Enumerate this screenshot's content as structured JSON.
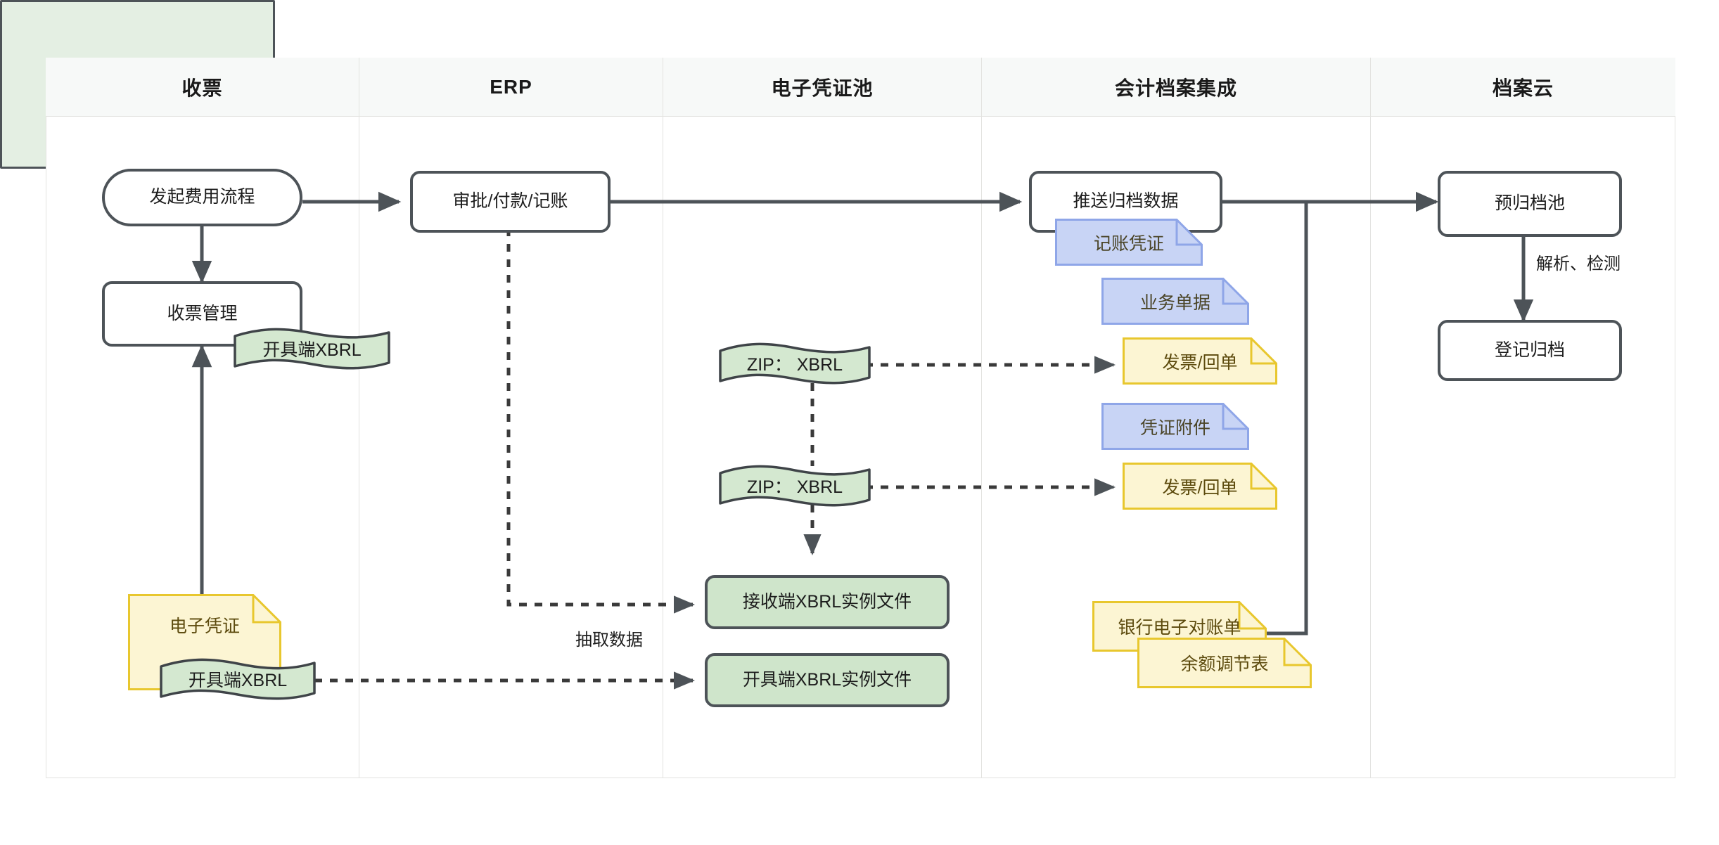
{
  "diagram": {
    "title_hidden": "",
    "lanes": [
      {
        "label": "收票"
      },
      {
        "label": "ERP"
      },
      {
        "label": "电子凭证池"
      },
      {
        "label": "会计档案集成"
      },
      {
        "label": "档案云"
      }
    ],
    "nodes": {
      "start_expense": "发起费用流程",
      "invoice_mgmt": "收票管理",
      "erp_process": "审批/付款/记账",
      "push_archive": "推送归档数据",
      "pre_archive_pool": "预归档池",
      "register_archive": "登记归档",
      "receiver_xbrl_file": "接收端XBRL实例文件",
      "issuer_xbrl_file": "开具端XBRL实例文件"
    },
    "tapes": {
      "issuer_xbrl_tag_1": "开具端XBRL",
      "issuer_xbrl_tag_2": "开具端XBRL",
      "zip_xbrl_1": "ZIP： XBRL",
      "zip_xbrl_2": "ZIP： XBRL"
    },
    "notes": {
      "e_voucher": "电子凭证",
      "accounting_voucher": "记账凭证",
      "business_doc": "业务单据",
      "invoice_receipt_1": "发票/回单",
      "voucher_attachment": "凭证附件",
      "invoice_receipt_2": "发票/回单",
      "bank_statement": "银行电子对账单",
      "balance_reconciliation": "余额调节表"
    },
    "edge_labels": {
      "extract_data": "抽取数据",
      "parse_detect": "解析、检测"
    },
    "colors": {
      "stroke": "#4d5358",
      "lane_border": "#e3e3e0",
      "lane_header_bg": "#f7f9f8",
      "green_tape_fill": "#d4e8d0",
      "green_group_fill": "#e4efe3",
      "green_node_fill": "#cfe5cb",
      "note_yellow_fill": "#fcf5d3",
      "note_yellow_stroke": "#e8c72e",
      "note_yellow_text": "#5c4a0d",
      "note_blue_fill": "#c8d4f5",
      "note_blue_stroke": "#8fa6e8",
      "note_blue_text": "#4a4426",
      "text": "#1c1c1c"
    }
  }
}
